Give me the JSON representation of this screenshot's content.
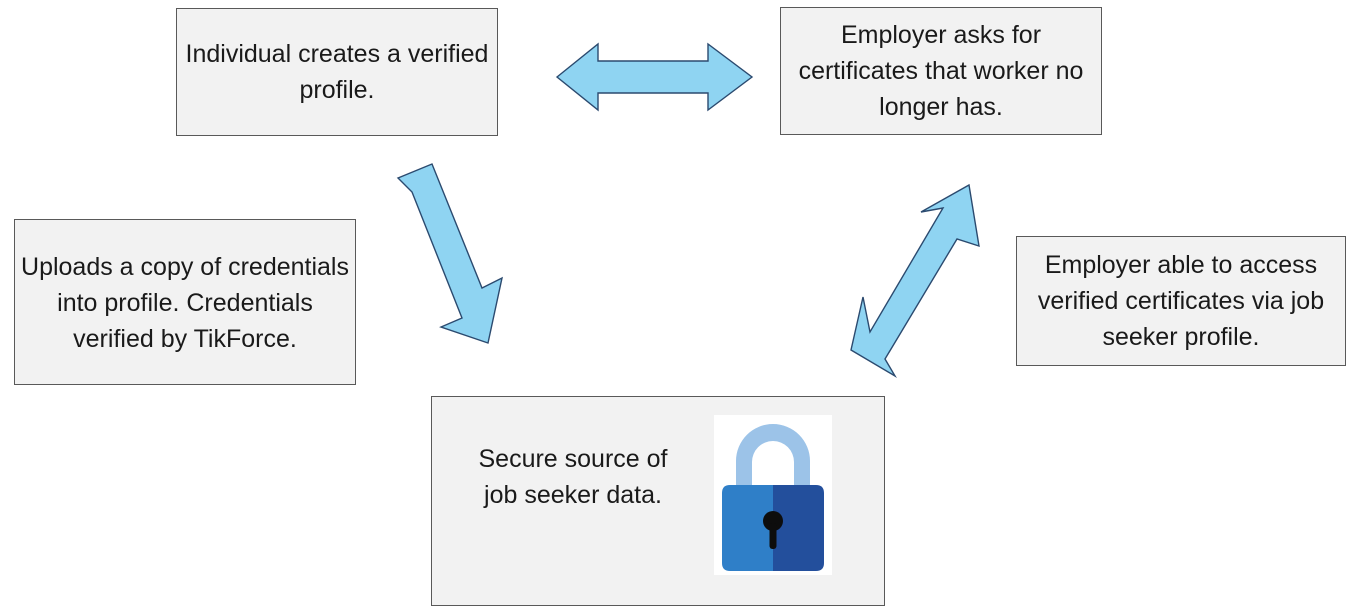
{
  "nodes": {
    "individual": {
      "label": "Individual creates a verified profile."
    },
    "employer_asks": {
      "label": "Employer asks for certificates that worker no longer has."
    },
    "uploads": {
      "label": "Uploads a copy of credentials into profile. Credentials verified by TikForce."
    },
    "employer_access": {
      "label": "Employer able to access verified certificates via job seeker profile."
    },
    "secure_source": {
      "label": "Secure source of job seeker data.",
      "icon": "padlock-icon"
    }
  },
  "colors": {
    "box_fill": "#f2f2f2",
    "box_border": "#595959",
    "arrow_fill": "#8fd4f2",
    "arrow_stroke": "#2b4a6f",
    "lock_shackle": "#9cc3e8",
    "lock_body_left": "#2f7fc8",
    "lock_body_right": "#234f9c"
  },
  "edges": [
    {
      "from": "individual",
      "to": "employer_asks",
      "style": "double-headed"
    },
    {
      "from": "individual",
      "to": "secure_source",
      "style": "single-headed"
    },
    {
      "from": "secure_source",
      "to": "employer_asks",
      "style": "double-headed"
    }
  ]
}
